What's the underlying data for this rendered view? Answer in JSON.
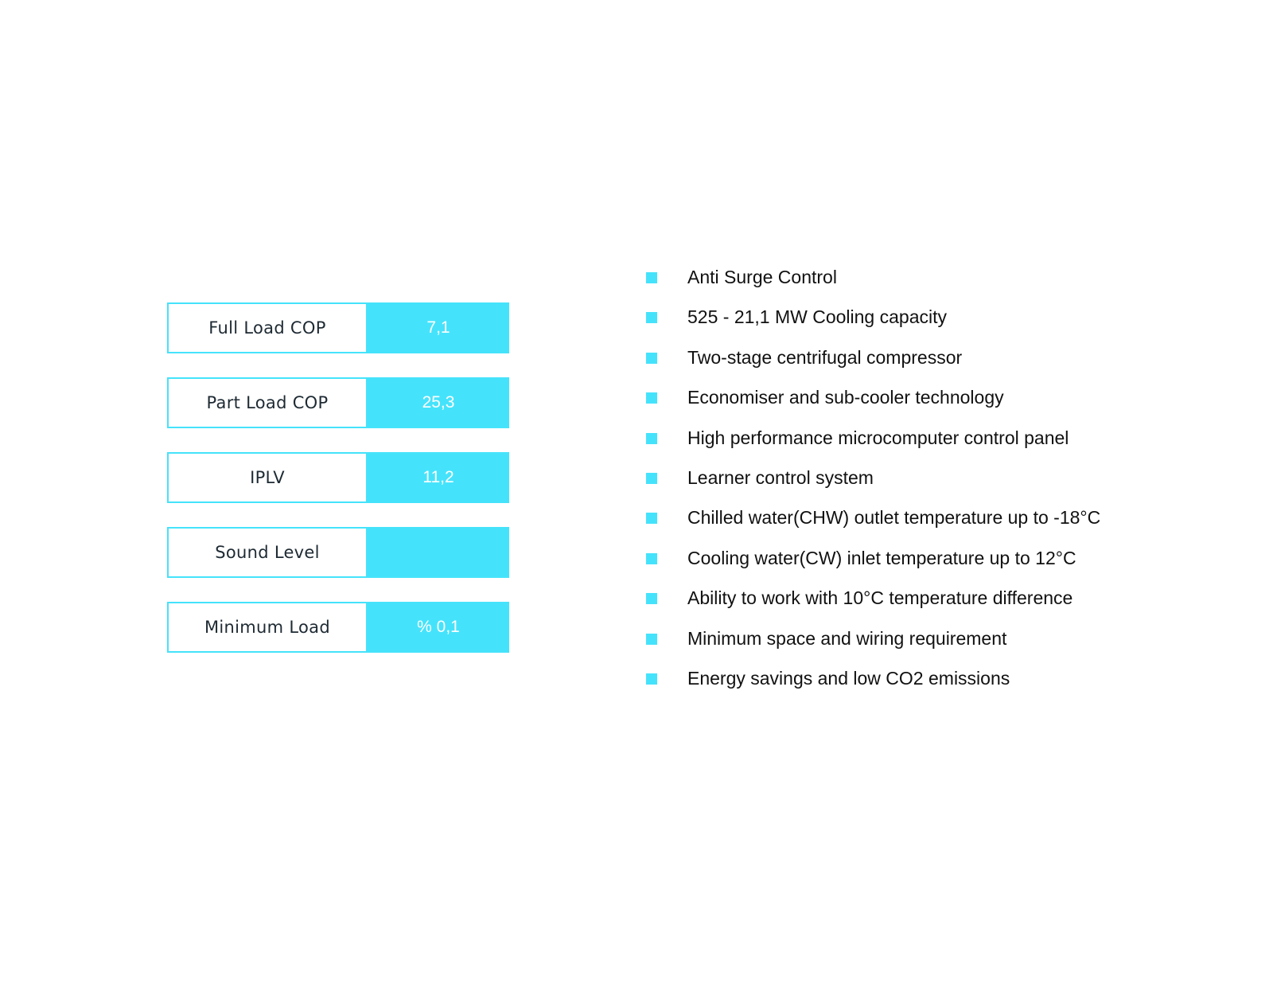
{
  "specs": [
    {
      "label": "Full Load COP",
      "value": "7,1"
    },
    {
      "label": "Part Load COP",
      "value": "25,3"
    },
    {
      "label": "IPLV",
      "value": "11,2"
    },
    {
      "label": "Sound Level",
      "value": ""
    },
    {
      "label": "Minimum Load",
      "value": "% 0,1"
    }
  ],
  "features": [
    "Anti Surge Control",
    "525 - 21,1 MW Cooling capacity",
    "Two-stage centrifugal compressor",
    "Economiser and sub-cooler technology",
    "High performance microcomputer control panel",
    "Learner control system",
    "Chilled water(CHW) outlet temperature up to -18°C",
    "Cooling water(CW) inlet temperature up to 12°C",
    "Ability to work with 10°C temperature difference",
    "Minimum space and wiring requirement",
    "Energy savings and low CO2 emissions"
  ],
  "colors": {
    "accent": "#45e3fb",
    "text": "#111111",
    "background": "#ffffff"
  },
  "icons": {
    "bullet": "square-bullet-icon"
  }
}
